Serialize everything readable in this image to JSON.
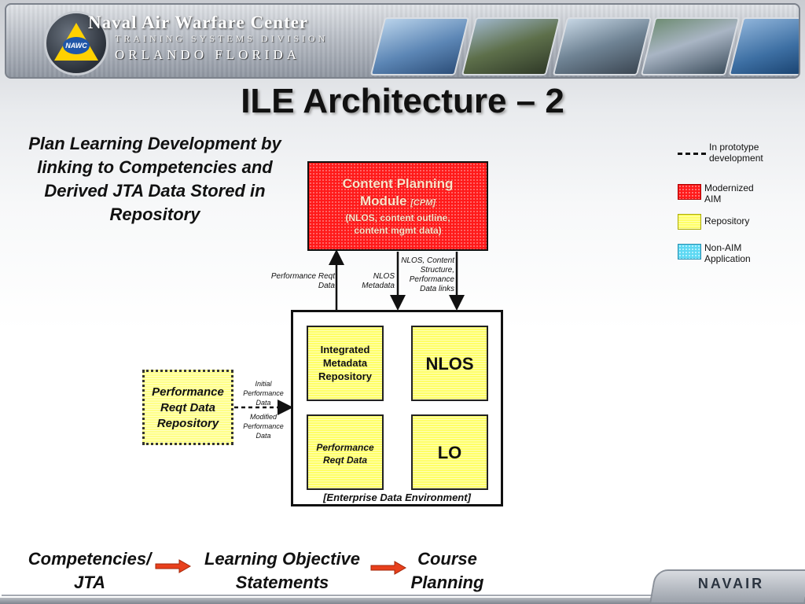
{
  "header": {
    "org_name": "Naval Air Warfare Center",
    "division": "TRAINING SYSTEMS DIVISION",
    "location": "ORLANDO FLORIDA",
    "logo_text": "NAWC"
  },
  "slide": {
    "title": "ILE Architecture – 2",
    "intro": "Plan Learning Development by linking to Competencies and Derived JTA Data Stored in Repository"
  },
  "legend": {
    "items": [
      {
        "label": "In prototype development",
        "icon": "dashed-line",
        "color": "#111111"
      },
      {
        "label": "Modernized AIM",
        "icon": "red-swatch",
        "color": "#ff1a1a"
      },
      {
        "label": "Repository",
        "icon": "yellow-swatch",
        "color": "#ffff66"
      },
      {
        "label": "Non-AIM Application",
        "icon": "cyan-swatch",
        "color": "#5ed8f2"
      }
    ]
  },
  "diagram": {
    "cpm": {
      "line1": "Content Planning",
      "line2": "Module",
      "tag": "[CPM]",
      "sub1": "(NLOS, content outline,",
      "sub2": "content mgmt data)"
    },
    "repository_boxes": {
      "integrated": "Integrated Metadata Repository",
      "nlos": "NLOS",
      "perf_reqt": "Performance Reqt Data",
      "lo": "LO"
    },
    "environment_label": "[Enterprise Data Environment]",
    "perf_repo": "Performance Reqt Data Repository",
    "connector_labels": {
      "perf_reqt_data": "Performance Reqt Data",
      "nlos_metadata": "NLOS Metadata",
      "nlos_content": "NLOS, Content Structure, Performance Data links",
      "initial_perf": "Initial Performance Data",
      "modified_perf": "Modified Performance Data"
    }
  },
  "flow": {
    "steps": [
      "Competencies/ JTA",
      "Learning Objective Statements",
      "Course Planning"
    ],
    "arrow_color": "#e8401c"
  },
  "footer": {
    "logo_text": "NAVAIR"
  },
  "colors": {
    "modernized_aim": "#ff1a1a",
    "repository": "#ffff66",
    "non_aim": "#5ed8f2"
  }
}
